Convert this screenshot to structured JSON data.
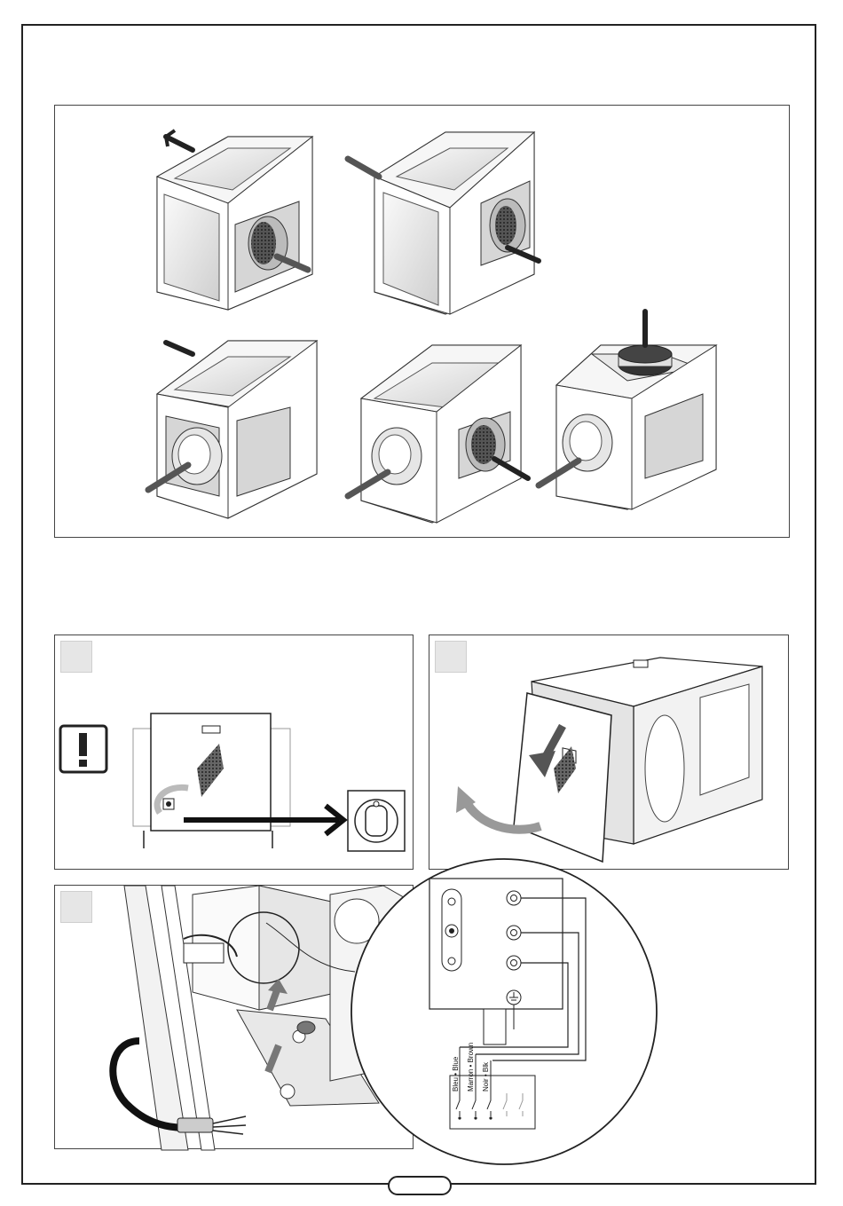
{
  "page": {
    "accent": "#222222",
    "panel_fill": "#d9d9d9"
  },
  "icons": {
    "warning": "exclamation-warning-icon",
    "isolator": "rotary-isolator-switch-icon",
    "earth": "earth-ground-icon"
  },
  "wiring": {
    "labels": [
      "Bleu • Blue",
      "Marron • Brown",
      "Noir • Blk"
    ]
  }
}
